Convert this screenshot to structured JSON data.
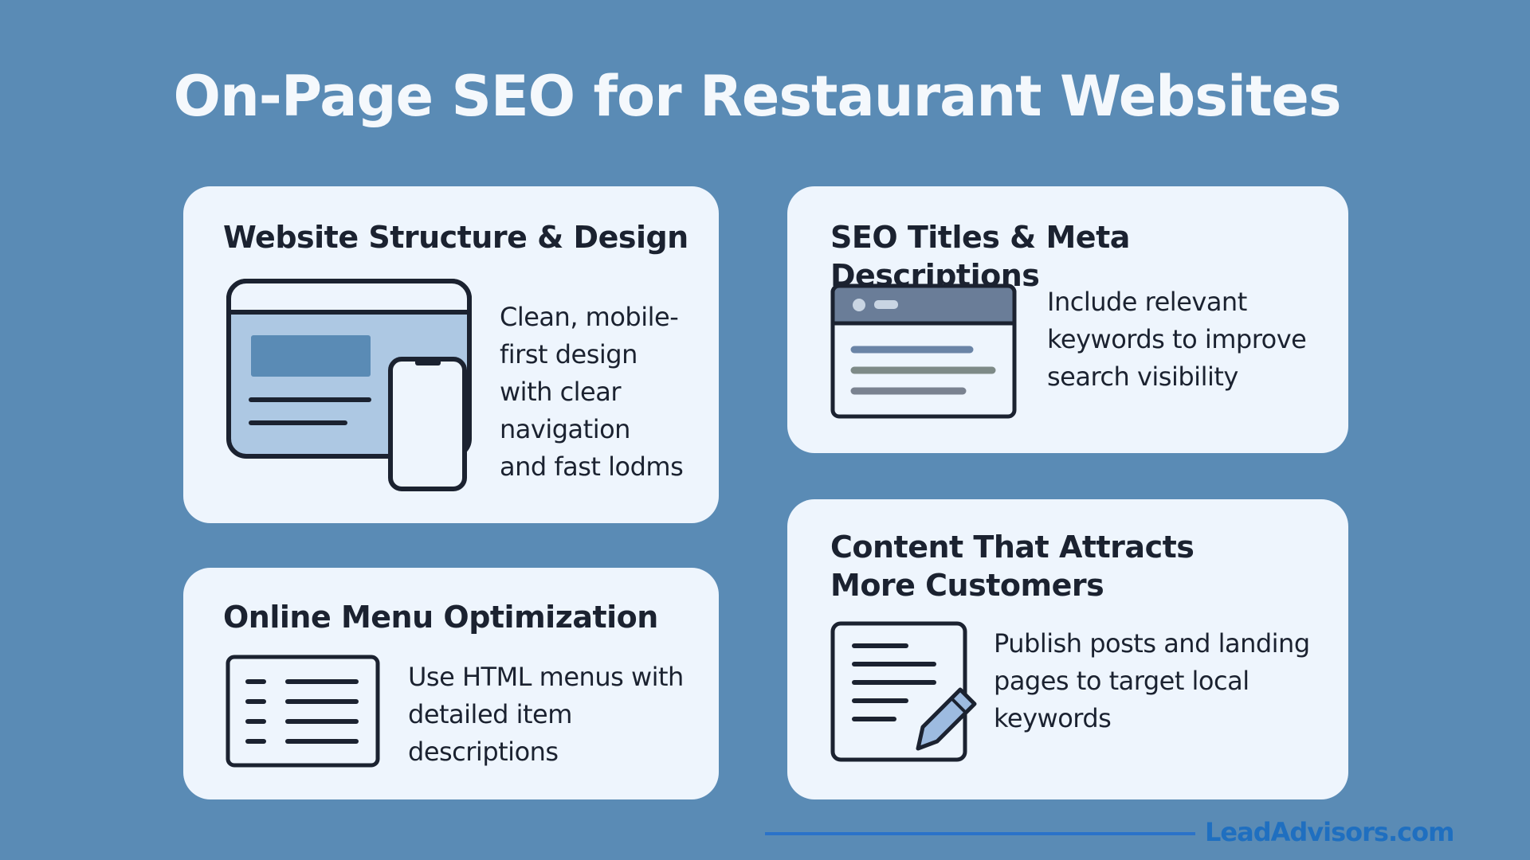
{
  "title": "On-Page SEO for Restaurant Websites",
  "cards": [
    {
      "heading": "Website Structure & Design",
      "text": "Clean, mobile-\nfirst design\nwith clear\nnavigation\nand fast lodms",
      "icon": "website-mobile-icon"
    },
    {
      "heading": "SEO Titles & Meta Descriptions",
      "text": "Include relevant\nkeywords to improve\nsearch visibility",
      "icon": "browser-window-icon"
    },
    {
      "heading": "Online Menu Optimization",
      "text": "Use HTML menus with\ndetailed item\ndescriptions",
      "icon": "menu-list-icon"
    },
    {
      "heading": "Content That Attracts\nMore Customers",
      "text": "Publish posts and landing\npages to target local\nkeywords",
      "icon": "document-pencil-icon"
    }
  ],
  "footer": {
    "brand": "LeadAdvisors.com"
  },
  "colors": {
    "background": "#5a8bb5",
    "card": "#eef5fd",
    "brand": "#1f6fc0",
    "ink": "#1b2230"
  }
}
